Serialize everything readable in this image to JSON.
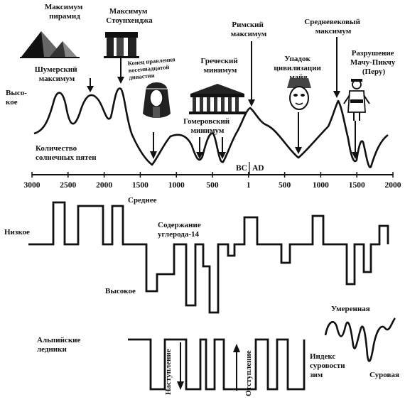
{
  "top_panel": {
    "labels": {
      "max_pyramids": [
        "Максимум",
        "пирамид"
      ],
      "max_stonehenge": [
        "Максимум",
        "Стоунхенджа"
      ],
      "sumerian": [
        "Шумерский",
        "максимум"
      ],
      "end_dynasty": [
        "Конец правления",
        "восемнадцатой",
        "династии"
      ],
      "roman": [
        "Римский",
        "максимум"
      ],
      "medieval": [
        "Средневековый",
        "максимум"
      ],
      "maya": [
        "Упадок",
        "цивилизации",
        "майя"
      ],
      "machu": [
        "Разрушение",
        "Мачу-Пикчу",
        "(Перу)"
      ],
      "greek": [
        "Греческий",
        "минимум"
      ],
      "homeric": [
        "Гомеровский",
        "минимум"
      ],
      "high": [
        "Высо-",
        "кое"
      ],
      "sunspots": [
        "Количество",
        "солнечных пятен"
      ],
      "bc": "BC",
      "ad": "AD"
    }
  },
  "axis": {
    "ticks": [
      "3000",
      "2500",
      "2000",
      "1500",
      "1000",
      "500",
      "1",
      "500",
      "1000",
      "1500",
      "2000"
    ]
  },
  "middle_panel": {
    "labels": {
      "low": "Низкое",
      "average": "Среднее",
      "carbon": [
        "Содержание",
        "углерода-14"
      ],
      "high": "Высокое"
    }
  },
  "bottom_panel": {
    "labels": {
      "alpine": [
        "Альпийские",
        "ледники"
      ],
      "advance": "Наступление",
      "retreat": "Отступление",
      "moderate": "Умеренная",
      "severity": [
        "Индекс",
        "суровости",
        "зим"
      ],
      "severe": "Суровая"
    }
  },
  "colors": {
    "ink": "#111111",
    "background": "#ffffff"
  },
  "icons": [
    "pyramids-icon",
    "stonehenge-icon",
    "pharaoh-mask-icon",
    "parthenon-icon",
    "maya-head-icon",
    "inca-figure-icon"
  ]
}
